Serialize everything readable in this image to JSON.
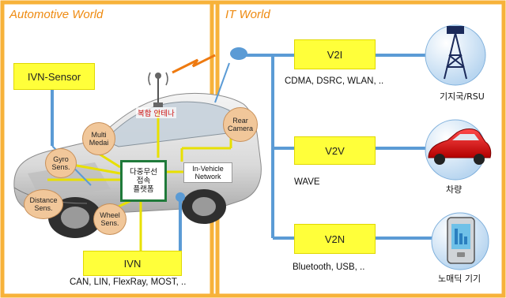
{
  "worlds": {
    "automotive": "Automotive World",
    "it": "IT World"
  },
  "ivn_sensor": "IVN-Sensor",
  "ivn": "IVN",
  "ivn_protocols": "CAN, LIN, FlexRay, MOST, ..",
  "antenna_label": "복합 안테나",
  "platform_lines": [
    "다중무선",
    "접속",
    "플랫폼"
  ],
  "in_vehicle_network_lines": [
    "In-Vehicle",
    "Network"
  ],
  "sensors": {
    "gyro": [
      "Gyro",
      "Sens."
    ],
    "multi_media": [
      "Multi",
      "Medai"
    ],
    "distance": [
      "Distance",
      "Sens."
    ],
    "wheel": [
      "Wheel",
      "Sens."
    ],
    "rear_camera": [
      "Rear",
      "Camera"
    ]
  },
  "links": [
    {
      "box": "V2I",
      "tech": "CDMA, DSRC, WLAN, ..",
      "device_label": "기지국/RSU",
      "device_icon": "cell-tower-icon"
    },
    {
      "box": "V2V",
      "tech": "WAVE",
      "device_label": "차량",
      "device_icon": "red-car-icon"
    },
    {
      "box": "V2N",
      "tech": "Bluetooth, USB, ..",
      "device_label": "노매딕 기기",
      "device_icon": "mobile-device-icon"
    }
  ],
  "colors": {
    "frame_orange": "#f5a623",
    "box_yellow": "#ffff3a",
    "link_blue": "#5b9bd5",
    "platform_green": "#1f7a3a",
    "wire_yellow": "#e8e000"
  }
}
